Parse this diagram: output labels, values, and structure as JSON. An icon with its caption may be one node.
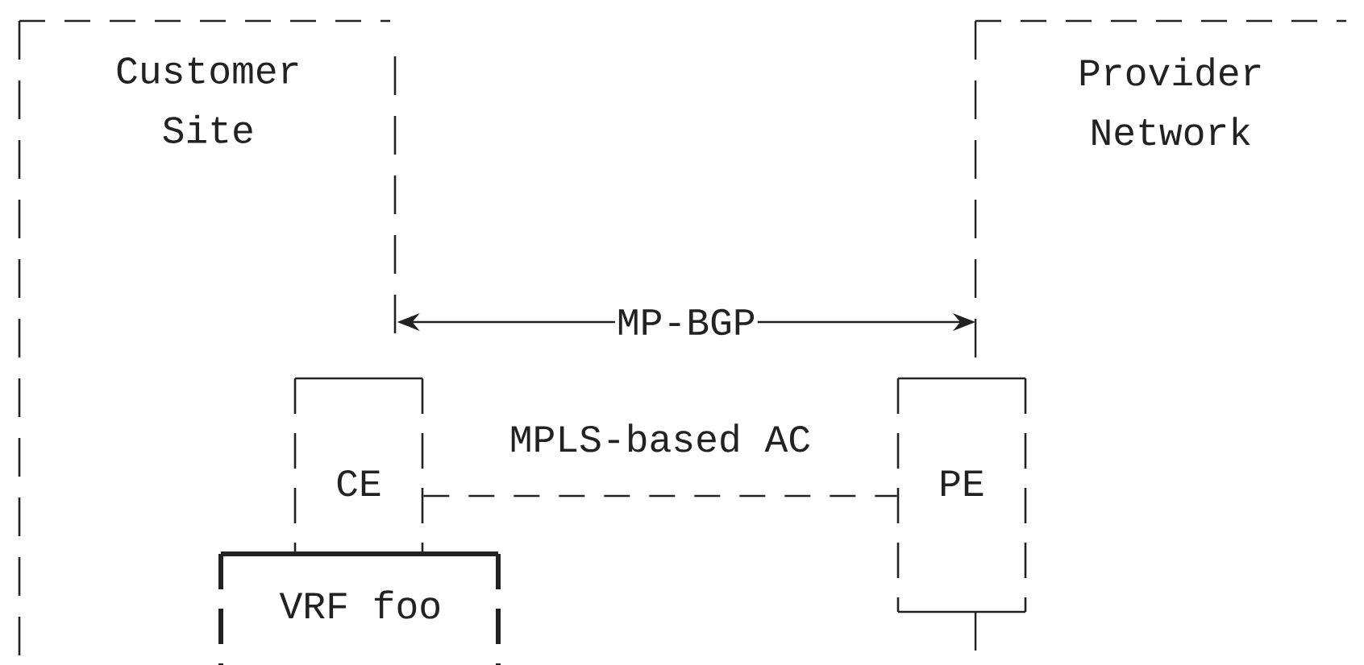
{
  "diagram": {
    "nodes": [
      {
        "text": [
          "Customer Site"
        ]
      },
      {
        "text": [
          "Provider Network"
        ]
      },
      {
        "text": [
          "CE"
        ]
      },
      {
        "text": [
          "PE"
        ]
      },
      {
        "text": [
          "VRF foo"
        ]
      }
    ],
    "edges": [
      {
        "from": 0,
        "to": 1,
        "arrow": "both",
        "label": "MP-BGP"
      },
      {
        "from": 2,
        "to": 3,
        "arrow": "none",
        "label": "MPLS-based AC",
        "style": "dashed"
      }
    ]
  }
}
